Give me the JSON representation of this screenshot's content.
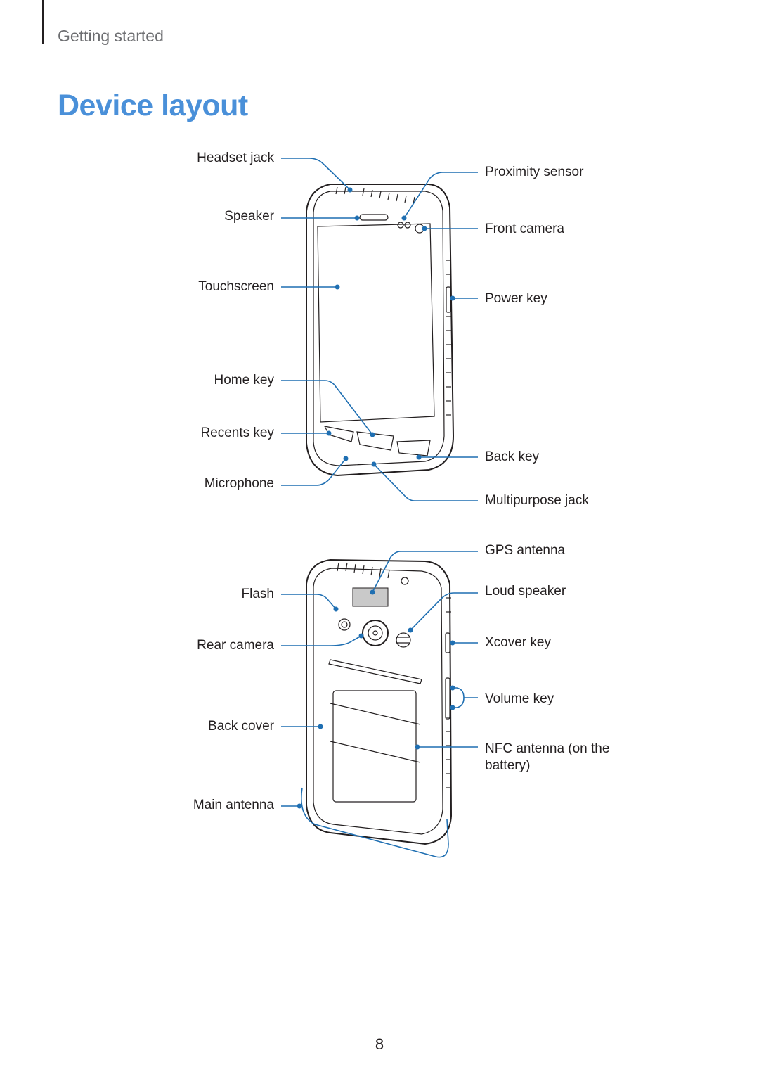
{
  "header": {
    "section": "Getting started"
  },
  "title": "Device layout",
  "page_number": "8",
  "front_labels": {
    "headset_jack": "Headset jack",
    "speaker": "Speaker",
    "touchscreen": "Touchscreen",
    "home_key": "Home key",
    "recents_key": "Recents key",
    "microphone": "Microphone",
    "proximity_sensor": "Proximity sensor",
    "front_camera": "Front camera",
    "power_key": "Power key",
    "back_key": "Back key",
    "multipurpose_jack": "Multipurpose jack"
  },
  "back_labels": {
    "flash": "Flash",
    "rear_camera": "Rear camera",
    "back_cover": "Back cover",
    "main_antenna": "Main antenna",
    "gps_antenna": "GPS antenna",
    "loud_speaker": "Loud speaker",
    "xcover_key": "Xcover key",
    "volume_key": "Volume key",
    "nfc_antenna_line1": "NFC antenna (on the",
    "nfc_antenna_line2": "battery)"
  },
  "colors": {
    "title": "#4a90d9",
    "leader": "#1f6fb2",
    "section": "#6d6e71"
  }
}
